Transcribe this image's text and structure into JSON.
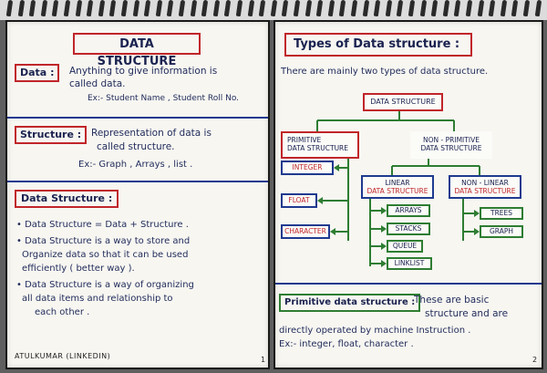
{
  "left_page": {
    "title": "DATA STRUCTURE",
    "data_section": {
      "term": "Data :",
      "line1": "Anything to give information is",
      "line2": "called data.",
      "example": "Ex:- Student Name , Student Roll No."
    },
    "structure_section": {
      "term": "Structure :",
      "line1": "Representation of data is",
      "line2": "called structure.",
      "example": "Ex:- Graph , Arrays , list ."
    },
    "ds_section": {
      "heading": "Data Structure :",
      "bullets": [
        [
          "• Data Structure = Data + Structure ."
        ],
        [
          "• Data Structure is a way to store and",
          "Organize data so that it can be used",
          "efficiently ( better way )."
        ],
        [
          "• Data Structure is a way of organizing",
          "all data items and relationship to",
          "each other ."
        ]
      ]
    },
    "credit": "ATULKUMAR (LINKEDIN)",
    "page_number": "1"
  },
  "right_page": {
    "title": "Types of Data structure :",
    "intro": "There are mainly two types of data structure.",
    "tree": {
      "root": "DATA STRUCTURE",
      "primitive": [
        "PRIMITIVE",
        "DATA STRUCTURE"
      ],
      "non_primitive": [
        "NON - PRIMITIVE",
        "DATA STRUCTURE"
      ],
      "primitive_children": [
        "INTEGER",
        "FLOAT",
        "CHARACTER"
      ],
      "linear": [
        "LINEAR",
        "DATA STRUCTURE"
      ],
      "non_linear": [
        "NON - LINEAR",
        "DATA STRUCTURE"
      ],
      "linear_children": [
        "ARRAYS",
        "STACKS",
        "QUEUE",
        "LINKLIST"
      ],
      "non_linear_children": [
        "TREES",
        "GRAPH"
      ]
    },
    "primitive_def": {
      "term": "Primitive data structure :",
      "line1": "These are basic",
      "line2": "structure and are",
      "line3": "directly operated by machine Instruction .",
      "line4": "Ex:- integer, float, character ."
    },
    "page_number": "2"
  },
  "colors": {
    "red": "#c0262a",
    "blue": "#1f3a8f",
    "green": "#2e7d32",
    "ink": "#1f2a5a"
  }
}
